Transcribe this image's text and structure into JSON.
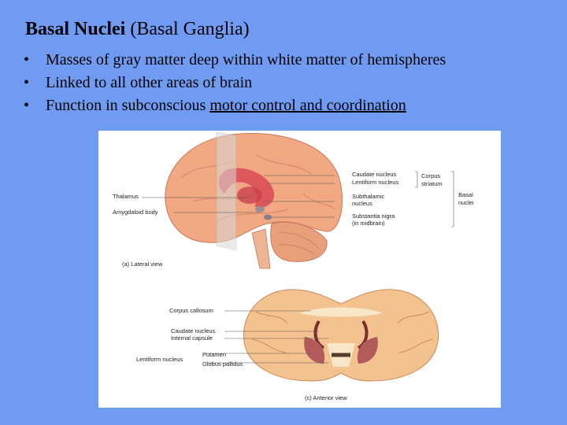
{
  "slide": {
    "title_bold": "Basal Nuclei",
    "title_rest": " (Basal Ganglia)",
    "bullets": [
      {
        "text": "Masses of gray matter deep within white matter of hemispheres"
      },
      {
        "text": "Linked to all other areas of brain"
      },
      {
        "text_before": "Function in subconscious ",
        "text_underlined": "motor control and coordination"
      }
    ]
  },
  "figure": {
    "lateral": {
      "caption": "(a) Lateral view",
      "labels": {
        "caudate": "Caudate nucleus",
        "lentiform": "Lentiform nucleus",
        "corpus_striatum_1": "Corpus",
        "corpus_striatum_2": "striatum",
        "thalamus": "Thalamus",
        "amygdaloid": "Amygdaloid body",
        "subthalamic_1": "Subthalamic",
        "subthalamic_2": "nucleus",
        "substantia_1": "Substantia nigra",
        "substantia_2": "(in midbrain)",
        "basal_1": "Basal",
        "basal_2": "nuclei"
      }
    },
    "anterior": {
      "caption": "(c) Anterior view",
      "labels": {
        "corpus_callosum": "Corpus callosum",
        "caudate": "Caudate nucleus",
        "internal_capsule": "Internal capsule",
        "putamen": "Putamen",
        "globus_pallidus": "Globus pallidus",
        "lentiform": "Lentiform nucleus"
      }
    }
  }
}
